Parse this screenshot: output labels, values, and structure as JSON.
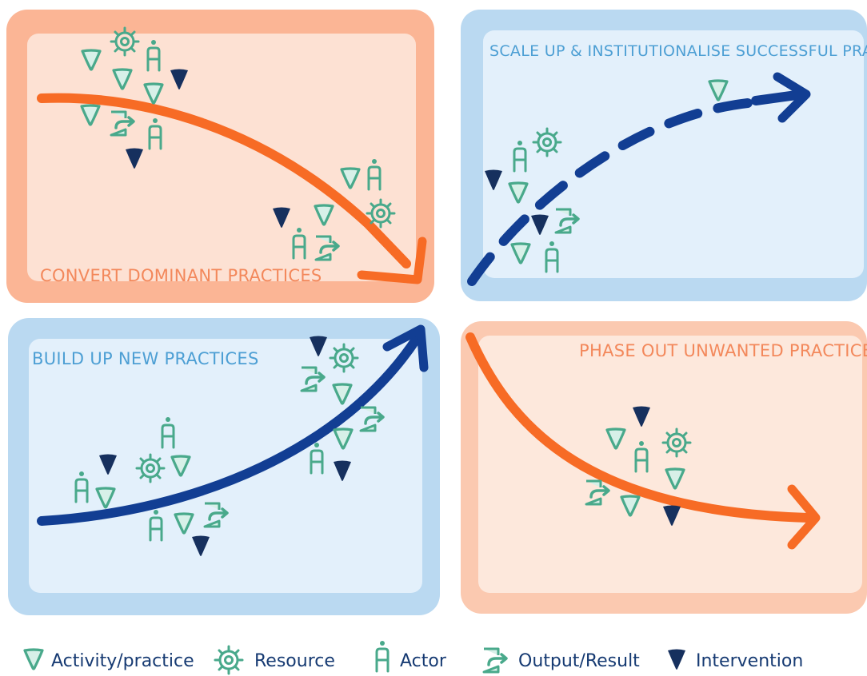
{
  "colors": {
    "orange_frame": "#fbb595",
    "orange_fill": "#fde1d3",
    "orange_arrow": "#f76b25",
    "orange_text": "#f3885b",
    "blue_frame": "#bad9f1",
    "blue_fill": "#e3f0fb",
    "blue_arrow": "#123e93",
    "blue_text": "#4d9fd4",
    "green": "#49a98b",
    "green_fill": "#d7f0e8",
    "navy": "#16305e",
    "legend_text": "#163a72"
  },
  "panels": {
    "top_left": {
      "title": "CONVERT DOMINANT PRACTICES"
    },
    "top_right": {
      "title": "SCALE UP & INSTITUTIONALISE SUCCESSFUL PRACTICES"
    },
    "bottom_left": {
      "title": "BUILD UP NEW PRACTICES"
    },
    "bottom_right": {
      "title": "PHASE OUT UNWANTED PRACTICES"
    }
  },
  "legend": {
    "activity": {
      "icon": "activity-triangle-icon",
      "label": "Activity/practice"
    },
    "resource": {
      "icon": "gear-icon",
      "label": "Resource"
    },
    "actor": {
      "icon": "person-icon",
      "label": "Actor"
    },
    "output": {
      "icon": "output-arrow-box-icon",
      "label": "Output/Result"
    },
    "intervention": {
      "icon": "navy-drop-icon",
      "label": "Intervention"
    }
  }
}
